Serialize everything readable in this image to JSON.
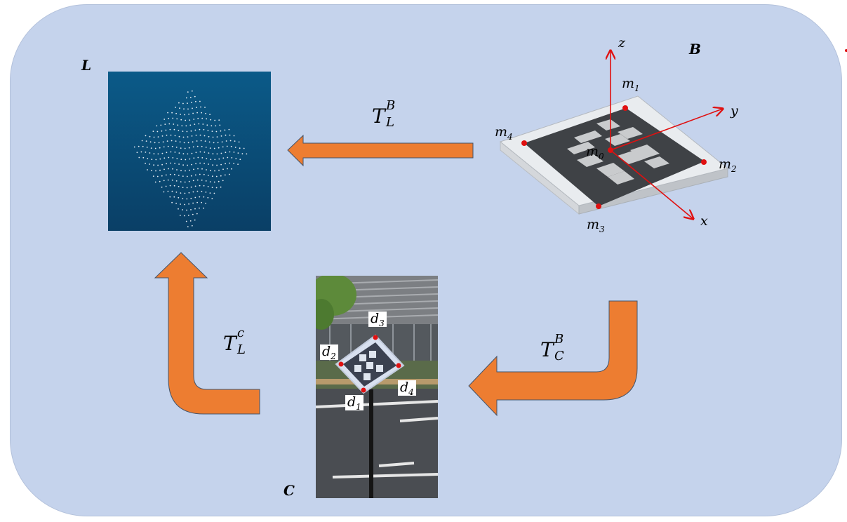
{
  "frames": {
    "lidar": "L",
    "board": "B",
    "camera": "C"
  },
  "transforms": {
    "board_to_lidar": {
      "base": "T",
      "sub": "L",
      "sup": "B"
    },
    "board_to_camera": {
      "base": "T",
      "sub": "C",
      "sup": "B"
    },
    "camera_to_lidar": {
      "base": "T",
      "sub": "L",
      "sup": "c"
    }
  },
  "axes": {
    "x": "x",
    "y": "y",
    "z": "z"
  },
  "board_points": [
    {
      "base": "m",
      "sub": "0"
    },
    {
      "base": "m",
      "sub": "1"
    },
    {
      "base": "m",
      "sub": "2"
    },
    {
      "base": "m",
      "sub": "3"
    },
    {
      "base": "m",
      "sub": "4"
    }
  ],
  "image_points": [
    {
      "base": "d",
      "sub": "1"
    },
    {
      "base": "d",
      "sub": "2"
    },
    {
      "base": "d",
      "sub": "3"
    },
    {
      "base": "d",
      "sub": "4"
    }
  ],
  "colors": {
    "background_panel": "#c5d3ec",
    "arrow_fill": "#ed7d31",
    "axis_red": "#e01010",
    "lidar_bg": "#0b4f7c"
  }
}
